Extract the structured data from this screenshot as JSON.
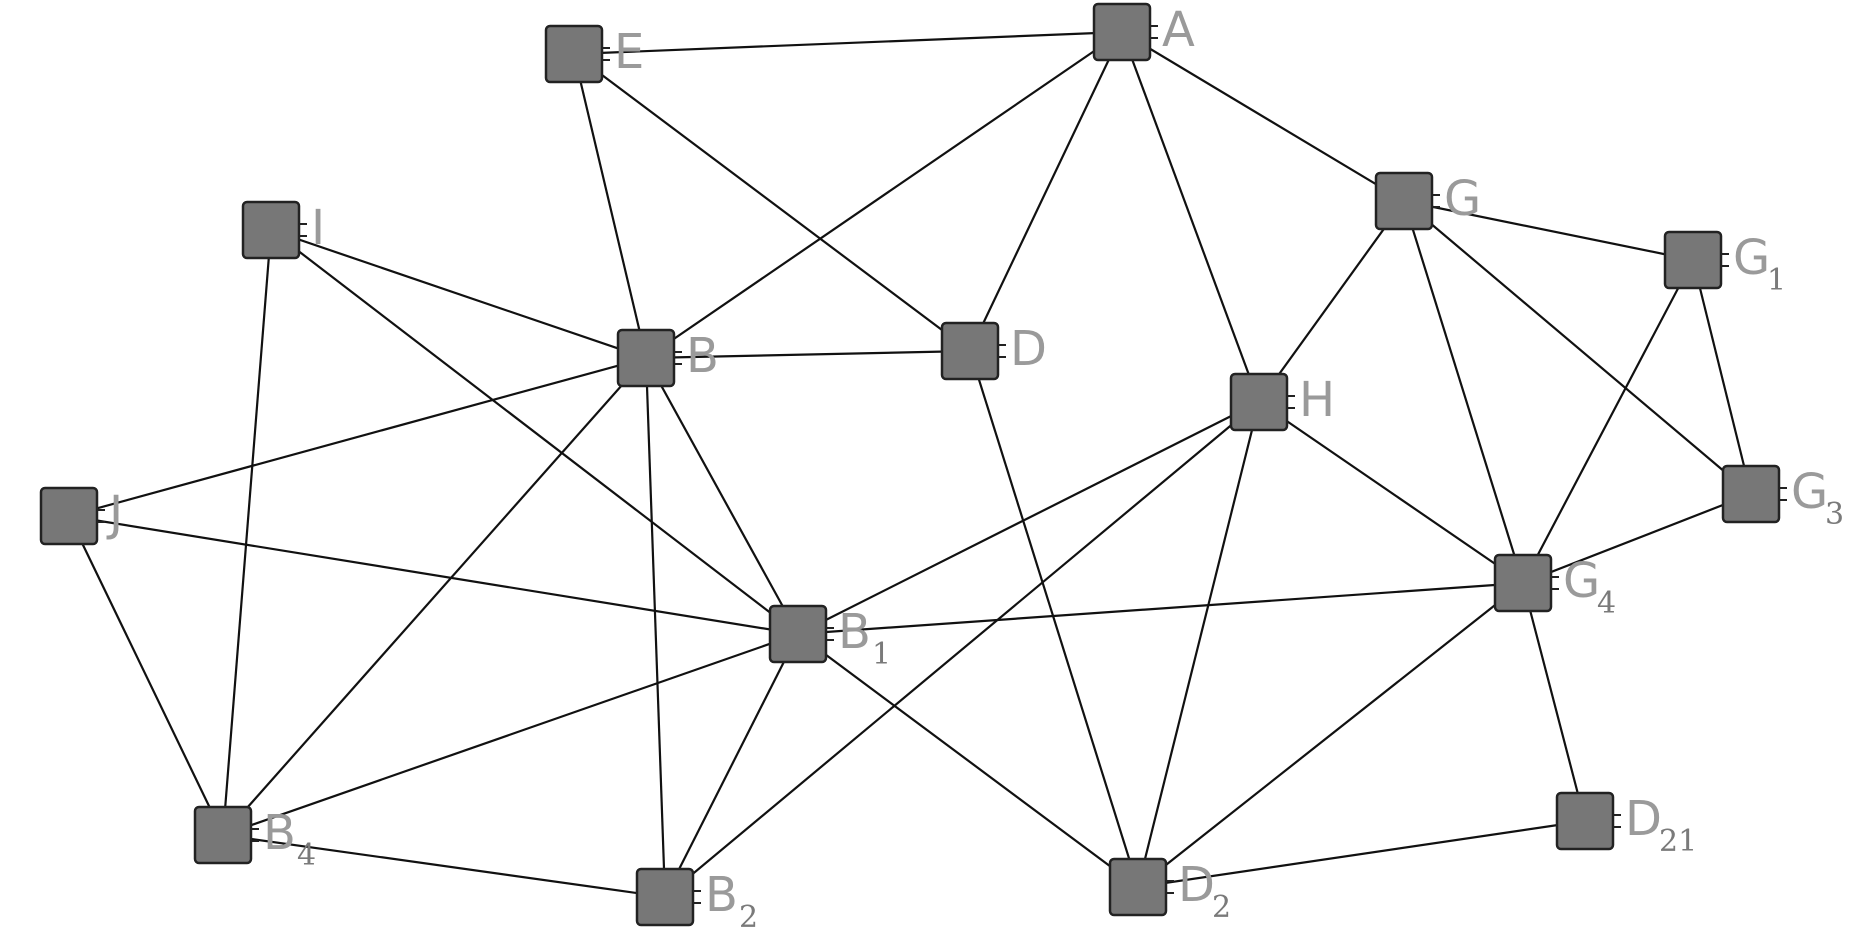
{
  "colors": {
    "node_fill": "#777777",
    "node_stroke": "#222222",
    "edge": "#111111",
    "label": "#9a9a9a",
    "background": "#ffffff"
  },
  "nodes": [
    {
      "id": "E",
      "label": "E",
      "sub": ""
    },
    {
      "id": "A",
      "label": "A",
      "sub": ""
    },
    {
      "id": "I",
      "label": "I",
      "sub": ""
    },
    {
      "id": "G",
      "label": "G",
      "sub": ""
    },
    {
      "id": "G1",
      "label": "G",
      "sub": "1"
    },
    {
      "id": "B",
      "label": "B",
      "sub": ""
    },
    {
      "id": "D",
      "label": "D",
      "sub": ""
    },
    {
      "id": "H",
      "label": "H",
      "sub": ""
    },
    {
      "id": "J",
      "label": "J",
      "sub": ""
    },
    {
      "id": "G3",
      "label": "G",
      "sub": "3"
    },
    {
      "id": "G4",
      "label": "G",
      "sub": "4"
    },
    {
      "id": "B1",
      "label": "B",
      "sub": "1"
    },
    {
      "id": "B4",
      "label": "B",
      "sub": "4"
    },
    {
      "id": "B2",
      "label": "B",
      "sub": "2"
    },
    {
      "id": "D2",
      "label": "D",
      "sub": "2"
    },
    {
      "id": "D21",
      "label": "D",
      "sub": "21"
    }
  ],
  "edges": [
    [
      "E",
      "A"
    ],
    [
      "E",
      "B"
    ],
    [
      "E",
      "D"
    ],
    [
      "A",
      "B"
    ],
    [
      "A",
      "D"
    ],
    [
      "A",
      "H"
    ],
    [
      "A",
      "G"
    ],
    [
      "I",
      "B"
    ],
    [
      "I",
      "B1"
    ],
    [
      "I",
      "B4"
    ],
    [
      "B",
      "D"
    ],
    [
      "B",
      "J"
    ],
    [
      "B",
      "B1"
    ],
    [
      "B",
      "B2"
    ],
    [
      "B",
      "B4"
    ],
    [
      "D",
      "D2"
    ],
    [
      "G",
      "H"
    ],
    [
      "G",
      "G1"
    ],
    [
      "G",
      "G4"
    ],
    [
      "G",
      "G3"
    ],
    [
      "G1",
      "G3"
    ],
    [
      "G1",
      "G4"
    ],
    [
      "G3",
      "G4"
    ],
    [
      "H",
      "B1"
    ],
    [
      "H",
      "B2"
    ],
    [
      "H",
      "D2"
    ],
    [
      "H",
      "G4"
    ],
    [
      "J",
      "B1"
    ],
    [
      "J",
      "B4"
    ],
    [
      "B1",
      "G4"
    ],
    [
      "B1",
      "B4"
    ],
    [
      "B1",
      "B2"
    ],
    [
      "B1",
      "D2"
    ],
    [
      "B4",
      "B2"
    ],
    [
      "D2",
      "G4"
    ],
    [
      "D2",
      "D21"
    ],
    [
      "G4",
      "D21"
    ]
  ]
}
